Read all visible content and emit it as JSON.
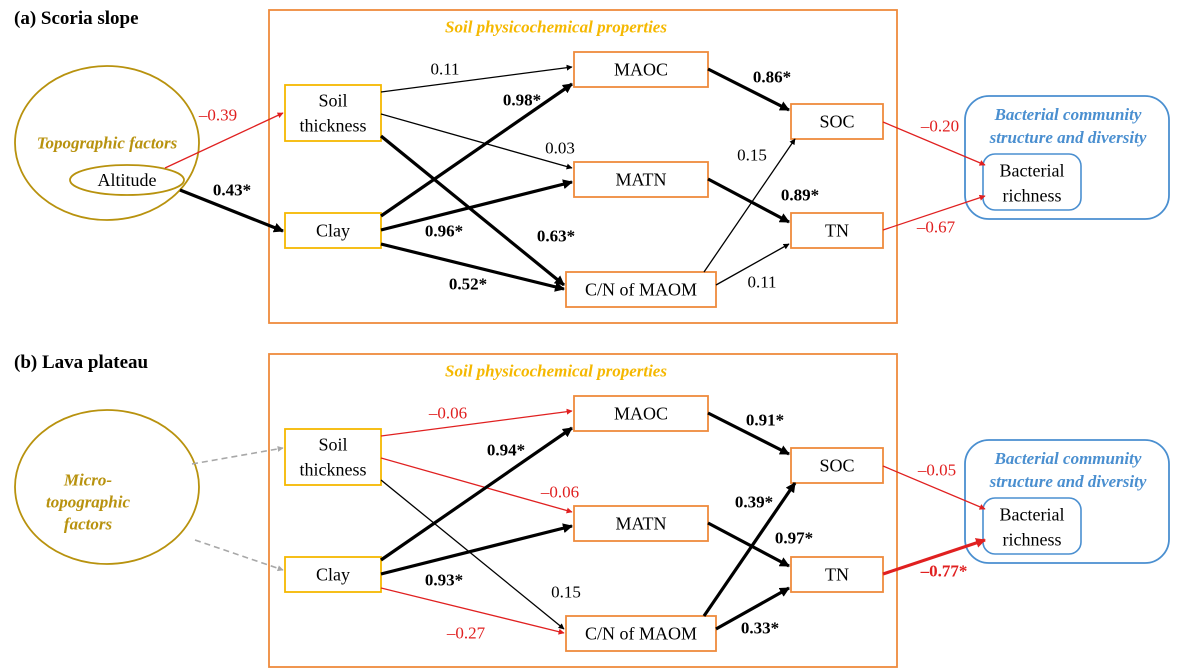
{
  "colors": {
    "orange": "#ee8a3c",
    "gold": "#f5b800",
    "topo": "#b8920e",
    "blue": "#4a8fd0",
    "black": "#000000",
    "red": "#e02020",
    "gray": "#a8a8a8"
  },
  "panels": [
    {
      "label": "(a) Scoria slope",
      "frame_title": "Soil physicochemical properties",
      "topo_label_lines": [
        "Topographic factors"
      ],
      "topo_inner": "Altitude",
      "bact_title_lines": [
        "Bacterial community",
        "structure and diversity"
      ],
      "bact_inner_lines": [
        "Bacterial",
        "richness"
      ],
      "nodes": {
        "soil": [
          "Soil",
          "thickness"
        ],
        "clay": [
          "Clay"
        ],
        "maoc": [
          "MAOC"
        ],
        "matn": [
          "MATN"
        ],
        "cnm": [
          "C/N of MAOM"
        ],
        "soc": [
          "SOC"
        ],
        "tn": [
          "TN"
        ]
      },
      "coefficients": {
        "topo_soil": "–0.39",
        "topo_clay": "0.43*",
        "soil_maoc": "0.11",
        "soil_matn": "0.03",
        "soil_cnm": "0.63*",
        "clay_maoc": "0.98*",
        "clay_matn": "0.96*",
        "clay_cnm": "0.52*",
        "maoc_soc": "0.86*",
        "matn_tn": "0.89*",
        "cnm_soc": "0.15",
        "cnm_tn": "0.11",
        "soc_bact": "–0.20",
        "tn_bact": "–0.67"
      }
    },
    {
      "label": "(b) Lava plateau",
      "frame_title": "Soil physicochemical properties",
      "topo_label_lines": [
        "Micro-",
        "topographic",
        "factors"
      ],
      "topo_inner": "",
      "bact_title_lines": [
        "Bacterial community",
        "structure and diversity"
      ],
      "bact_inner_lines": [
        "Bacterial",
        "richness"
      ],
      "nodes": {
        "soil": [
          "Soil",
          "thickness"
        ],
        "clay": [
          "Clay"
        ],
        "maoc": [
          "MAOC"
        ],
        "matn": [
          "MATN"
        ],
        "cnm": [
          "C/N of MAOM"
        ],
        "soc": [
          "SOC"
        ],
        "tn": [
          "TN"
        ]
      },
      "coefficients": {
        "soil_maoc": "–0.06",
        "soil_matn": "–0.06",
        "soil_cnm": "0.15",
        "clay_maoc": "0.94*",
        "clay_matn": "0.93*",
        "clay_cnm": "–0.27",
        "maoc_soc": "0.91*",
        "matn_tn": "0.97*",
        "cnm_soc": "0.39*",
        "cnm_tn": "0.33*",
        "soc_bact": "–0.05",
        "tn_bact": "–0.77*"
      }
    }
  ]
}
